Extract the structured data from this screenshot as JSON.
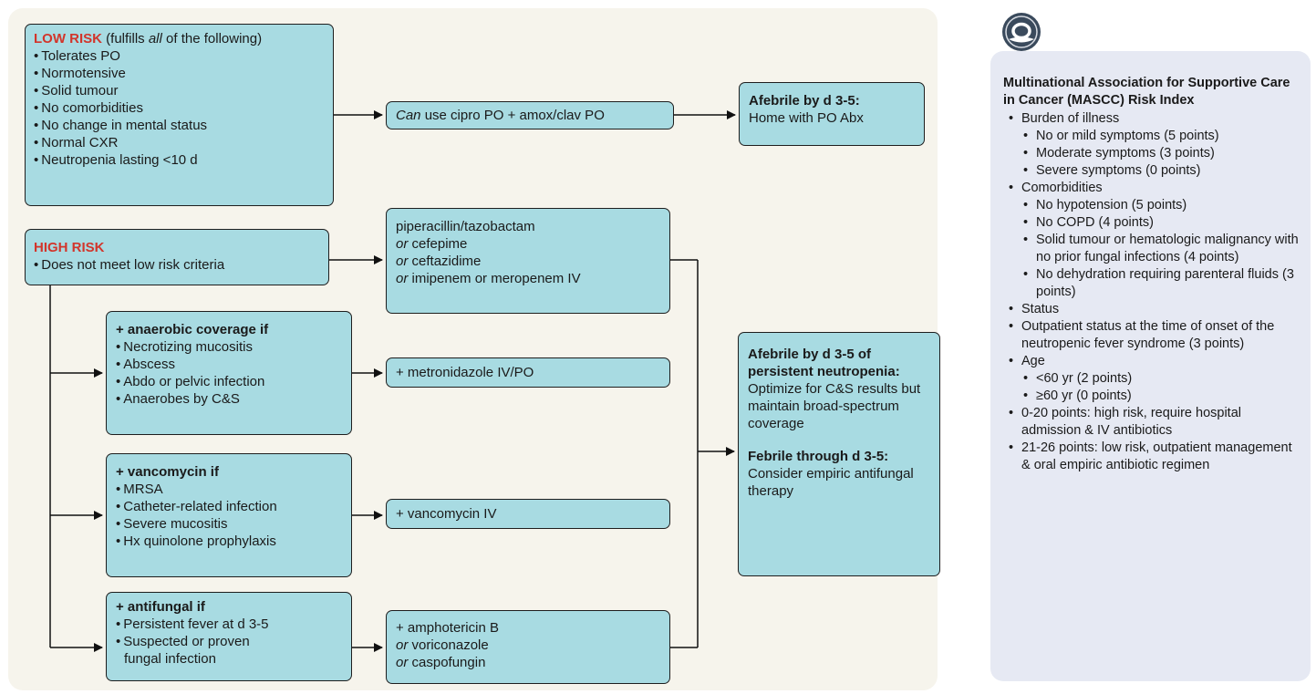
{
  "low_risk": {
    "heading": "LOW RISK",
    "heading_suffix": " (fulfills ",
    "heading_italic": "all",
    "heading_end": " of the following)",
    "items": [
      "Tolerates PO",
      "Normotensive",
      "Solid tumour",
      "No comorbidities",
      "No change in mental status",
      "Normal CXR",
      "Neutropenia lasting <10 d"
    ]
  },
  "low_risk_treatment": {
    "italic": "Can",
    "text": " use cipro PO + amox/clav PO"
  },
  "low_risk_outcome": {
    "heading": "Afebrile by d 3-5:",
    "text": "Home with PO Abx"
  },
  "high_risk": {
    "heading": "HIGH RISK",
    "items": [
      "Does not meet low risk criteria"
    ]
  },
  "high_risk_treatment": {
    "first": "piperacillin/tazobactam",
    "alternatives": [
      {
        "italic": "or",
        "text": " cefepime"
      },
      {
        "italic": "or",
        "text": " ceftazidime"
      },
      {
        "italic": "or",
        "text": " imipenem or meropenem IV"
      }
    ]
  },
  "anaerobic": {
    "heading": "+ anaerobic coverage if",
    "items": [
      "Necrotizing mucositis",
      "Abscess",
      "Abdo or pelvic infection",
      "Anaerobes by C&S"
    ],
    "treatment": "+ metronidazole IV/PO"
  },
  "vancomycin": {
    "heading": "+ vancomycin if",
    "items": [
      "MRSA",
      "Catheter-related infection",
      "Severe mucositis",
      "Hx quinolone prophylaxis"
    ],
    "treatment": "+ vancomycin IV"
  },
  "antifungal": {
    "heading": "+ antifungal if",
    "items": [
      "Persistent fever at d 3-5",
      "Suspected or proven",
      "fungal infection"
    ],
    "treatment_first": "+ amphotericin B",
    "treatment_alternatives": [
      {
        "italic": "or",
        "text": " voriconazole"
      },
      {
        "italic": "or",
        "text": " caspofungin"
      }
    ]
  },
  "outcome": {
    "heading1": "Afebrile by d 3-5 of persistent neutropenia:",
    "text1": "Optimize for C&S results but maintain broad-spectrum coverage",
    "heading2": "Febrile through d 3-5:",
    "text2": "Consider empiric antifungal therapy"
  },
  "mascc": {
    "title": "Multinational Association for Supportive Care in Cancer (MASCC) Risk Index",
    "items": [
      {
        "text": "Burden of illness",
        "level": 1
      },
      {
        "text": "No or mild symptoms (5 points)",
        "level": 2
      },
      {
        "text": "Moderate symptoms (3 points)",
        "level": 2
      },
      {
        "text": "Severe symptoms (0 points)",
        "level": 2
      },
      {
        "text": "Comorbidities",
        "level": 1
      },
      {
        "text": "No hypotension (5 points)",
        "level": 2
      },
      {
        "text": "No COPD (4 points)",
        "level": 2
      },
      {
        "text": "Solid tumour or hematologic malignancy with no prior fungal infections (4 points)",
        "level": 2
      },
      {
        "text": "No dehydration requiring parenteral fluids (3 points)",
        "level": 2
      },
      {
        "text": "Status",
        "level": 1
      },
      {
        "text": "Outpatient status at the time of onset of the neutropenic fever syndrome (3 points)",
        "level": 1
      },
      {
        "text": "Age",
        "level": 1
      },
      {
        "text": "<60 yr (2 points)",
        "level": 2
      },
      {
        "text": "≥60 yr (0 points)",
        "level": 2
      },
      {
        "text": "0-20 points: high risk, require hospital admission & IV antibiotics",
        "level": 1
      },
      {
        "text": "21-26 points: low risk, outpatient management & oral empiric antibiotic regimen",
        "level": 1
      }
    ]
  },
  "colors": {
    "box_fill": "#a8dbe2",
    "panel_bg": "#f6f4ec",
    "side_bg": "#e6e9f3",
    "risk_red": "#d2352b"
  },
  "icons": {
    "logo": "mascc-logo-icon"
  }
}
